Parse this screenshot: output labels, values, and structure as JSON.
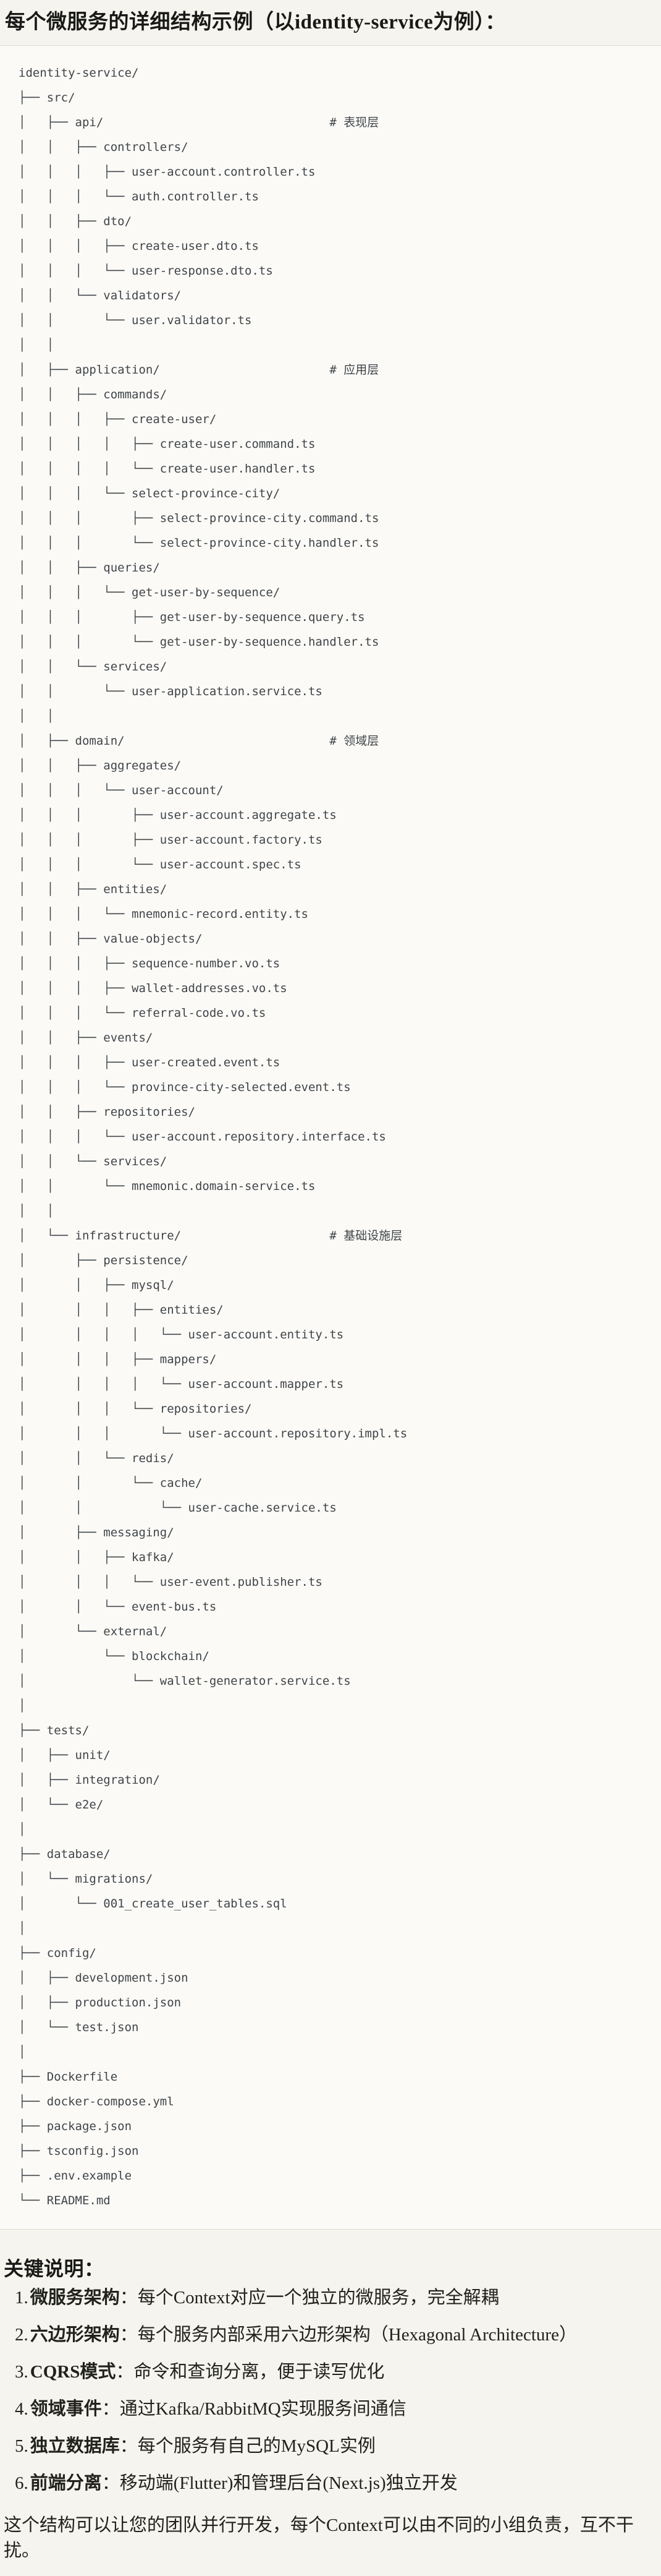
{
  "title": "每个微服务的详细结构示例（以identity-service为例）：",
  "code_block": {
    "language": "plaintext",
    "text": "identity-service/\n├── src/\n│   ├── api/                                # 表现层\n│   │   ├── controllers/\n│   │   │   ├── user-account.controller.ts\n│   │   │   └── auth.controller.ts\n│   │   ├── dto/\n│   │   │   ├── create-user.dto.ts\n│   │   │   └── user-response.dto.ts\n│   │   └── validators/\n│   │       └── user.validator.ts\n│   │\n│   ├── application/                        # 应用层\n│   │   ├── commands/\n│   │   │   ├── create-user/\n│   │   │   │   ├── create-user.command.ts\n│   │   │   │   └── create-user.handler.ts\n│   │   │   └── select-province-city/\n│   │   │       ├── select-province-city.command.ts\n│   │   │       └── select-province-city.handler.ts\n│   │   ├── queries/\n│   │   │   └── get-user-by-sequence/\n│   │   │       ├── get-user-by-sequence.query.ts\n│   │   │       └── get-user-by-sequence.handler.ts\n│   │   └── services/\n│   │       └── user-application.service.ts\n│   │\n│   ├── domain/                             # 领域层\n│   │   ├── aggregates/\n│   │   │   └── user-account/\n│   │   │       ├── user-account.aggregate.ts\n│   │   │       ├── user-account.factory.ts\n│   │   │       └── user-account.spec.ts\n│   │   ├── entities/\n│   │   │   └── mnemonic-record.entity.ts\n│   │   ├── value-objects/\n│   │   │   ├── sequence-number.vo.ts\n│   │   │   ├── wallet-addresses.vo.ts\n│   │   │   └── referral-code.vo.ts\n│   │   ├── events/\n│   │   │   ├── user-created.event.ts\n│   │   │   └── province-city-selected.event.ts\n│   │   ├── repositories/\n│   │   │   └── user-account.repository.interface.ts\n│   │   └── services/\n│   │       └── mnemonic.domain-service.ts\n│   │\n│   └── infrastructure/                     # 基础设施层\n│       ├── persistence/\n│       │   ├── mysql/\n│       │   │   ├── entities/\n│       │   │   │   └── user-account.entity.ts\n│       │   │   ├── mappers/\n│       │   │   │   └── user-account.mapper.ts\n│       │   │   └── repositories/\n│       │   │       └── user-account.repository.impl.ts\n│       │   └── redis/\n│       │       └── cache/\n│       │           └── user-cache.service.ts\n│       ├── messaging/\n│       │   ├── kafka/\n│       │   │   └── user-event.publisher.ts\n│       │   └── event-bus.ts\n│       └── external/\n│           └── blockchain/\n│               └── wallet-generator.service.ts\n│\n├── tests/\n│   ├── unit/\n│   ├── integration/\n│   └── e2e/\n│\n├── database/\n│   └── migrations/\n│       └── 001_create_user_tables.sql\n│\n├── config/\n│   ├── development.json\n│   ├── production.json\n│   └── test.json\n│\n├── Dockerfile\n├── docker-compose.yml\n├── package.json\n├── tsconfig.json\n├── .env.example\n└── README.md"
  },
  "notes": {
    "heading": "关键说明：",
    "items": [
      {
        "num": "1.",
        "label": "微服务架构",
        "text": "：每个Context对应一个独立的微服务，完全解耦"
      },
      {
        "num": "2.",
        "label": "六边形架构",
        "text": "：每个服务内部采用六边形架构（Hexagonal Architecture）"
      },
      {
        "num": "3.",
        "label": "CQRS模式",
        "text": "：命令和查询分离，便于读写优化"
      },
      {
        "num": "4.",
        "label": "领域事件",
        "text": "：通过Kafka/RabbitMQ实现服务间通信"
      },
      {
        "num": "5.",
        "label": "独立数据库",
        "text": "：每个服务有自己的MySQL实例"
      },
      {
        "num": "6.",
        "label": "前端分离",
        "text": "：移动端(Flutter)和管理后台(Next.js)独立开发"
      }
    ],
    "footer": "这个结构可以让您的团队并行开发，每个Context可以由不同的小组负责，互不干扰。"
  },
  "colors": {
    "page_bg": "#f5f4ef",
    "code_bg": "#fbfaf7",
    "code_border": "#dedcd3",
    "tree_text": "#3f4448",
    "body_text": "#21211d"
  }
}
